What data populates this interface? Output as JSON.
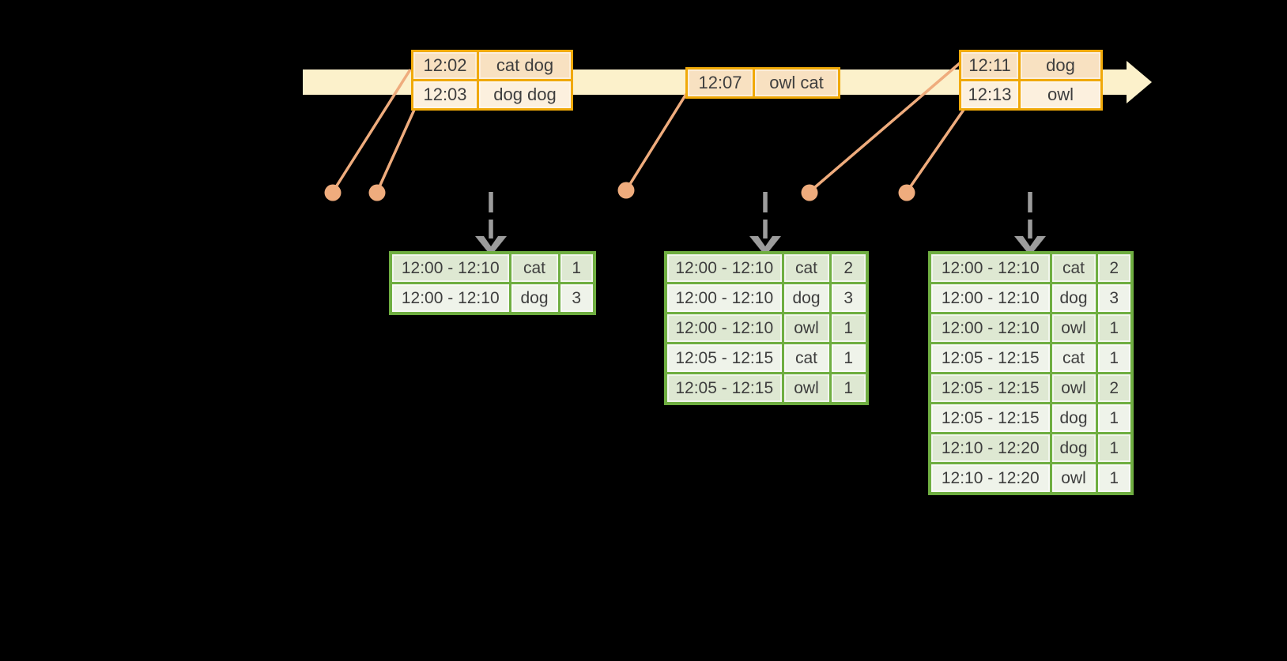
{
  "diagram": {
    "background_color": "#000000",
    "colors": {
      "timeline_band": "#FCF1CB",
      "event_table_border": "#F0A909",
      "event_row_dark": "#F8E1C1",
      "event_row_light": "#FCF0DE",
      "result_table_border": "#6FAE41",
      "result_row_dark": "#DEE8D2",
      "result_row_light": "#EFF3EA",
      "leader_line_and_dots": "#EFAC7D",
      "trigger_arrow": "#9C9C9C",
      "text": "#3E3E3E"
    },
    "icons": {
      "timeline_arrowhead": "right-pointing-triangle",
      "event_marker": "filled-circle",
      "trigger_arrow": "dashed-line-with-down-chevron"
    },
    "event_tables": [
      {
        "rows": [
          {
            "time": "12:02",
            "words": "cat dog"
          },
          {
            "time": "12:03",
            "words": "dog dog"
          }
        ]
      },
      {
        "rows": [
          {
            "time": "12:07",
            "words": "owl cat"
          }
        ]
      },
      {
        "rows": [
          {
            "time": "12:11",
            "words": "dog"
          },
          {
            "time": "12:13",
            "words": "owl"
          }
        ]
      }
    ],
    "result_tables": [
      {
        "rows": [
          {
            "window": "12:00 - 12:10",
            "word": "cat",
            "count": "1"
          },
          {
            "window": "12:00 - 12:10",
            "word": "dog",
            "count": "3"
          }
        ]
      },
      {
        "rows": [
          {
            "window": "12:00 - 12:10",
            "word": "cat",
            "count": "2"
          },
          {
            "window": "12:00 - 12:10",
            "word": "dog",
            "count": "3"
          },
          {
            "window": "12:00 - 12:10",
            "word": "owl",
            "count": "1"
          },
          {
            "window": "12:05 - 12:15",
            "word": "cat",
            "count": "1"
          },
          {
            "window": "12:05 - 12:15",
            "word": "owl",
            "count": "1"
          }
        ]
      },
      {
        "rows": [
          {
            "window": "12:00 - 12:10",
            "word": "cat",
            "count": "2"
          },
          {
            "window": "12:00 - 12:10",
            "word": "dog",
            "count": "3"
          },
          {
            "window": "12:00 - 12:10",
            "word": "owl",
            "count": "1"
          },
          {
            "window": "12:05 - 12:15",
            "word": "cat",
            "count": "1"
          },
          {
            "window": "12:05 - 12:15",
            "word": "owl",
            "count": "2"
          },
          {
            "window": "12:05 - 12:15",
            "word": "dog",
            "count": "1"
          },
          {
            "window": "12:10 - 12:20",
            "word": "dog",
            "count": "1"
          },
          {
            "window": "12:10 - 12:20",
            "word": "owl",
            "count": "1"
          }
        ]
      }
    ]
  }
}
